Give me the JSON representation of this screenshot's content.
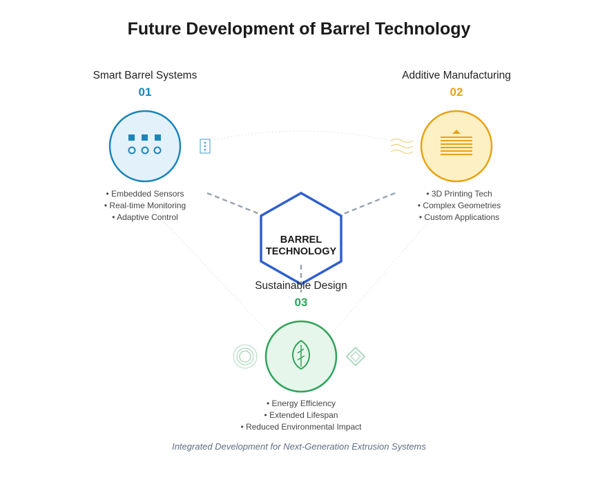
{
  "title": "Future Development of Barrel Technology",
  "center": {
    "line1": "BARREL",
    "line2": "TECHNOLOGY",
    "color": "#2f5fd0"
  },
  "nodes": [
    {
      "title": "Smart Barrel Systems",
      "number": "01",
      "color": "#1a85b8",
      "fill": "#e3f1fb",
      "icon": "sensor-grid-icon",
      "bullets": [
        "Embedded Sensors",
        "Real-time Monitoring",
        "Adaptive Control"
      ]
    },
    {
      "title": "Additive Manufacturing",
      "number": "02",
      "color": "#e6a316",
      "fill": "#fdf0c4",
      "icon": "layered-print-icon",
      "bullets": [
        "3D Printing Tech",
        "Complex Geometries",
        "Custom Applications"
      ]
    },
    {
      "title": "Sustainable Design",
      "number": "03",
      "color": "#2ea35a",
      "fill": "#e6f6ea",
      "icon": "leaf-icon",
      "bullets": [
        "Energy Efficiency",
        "Extended Lifespan",
        "Reduced Environmental Impact"
      ]
    }
  ],
  "footer": "Integrated Development for Next-Generation Extrusion Systems"
}
